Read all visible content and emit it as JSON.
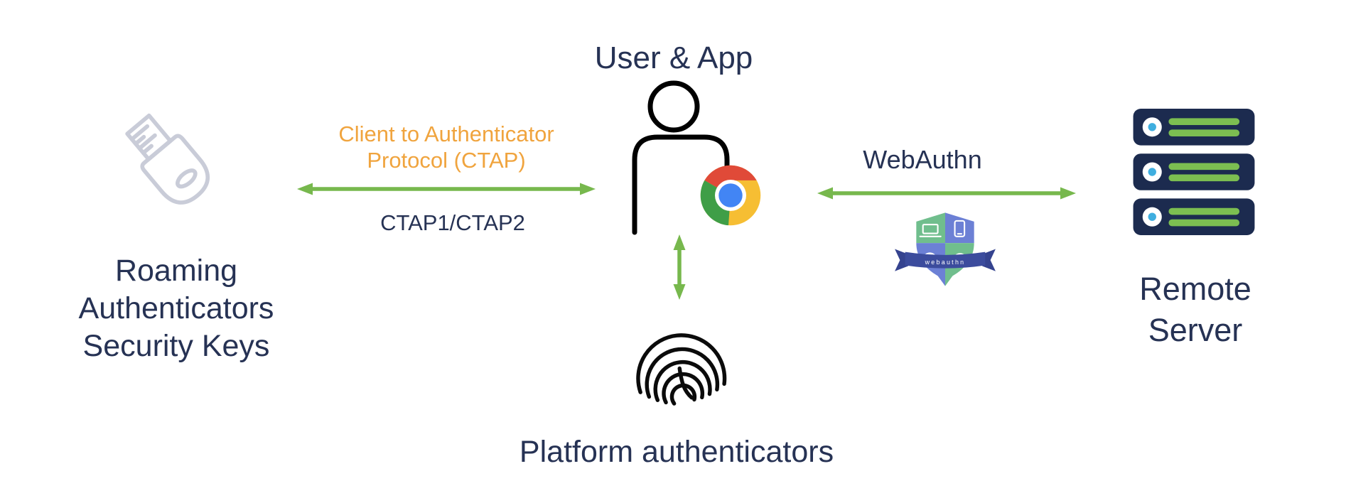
{
  "diagram": {
    "nodes": {
      "roaming_authenticators": {
        "icon": "usb-security-key-icon",
        "label_lines": [
          "Roaming",
          "Authenticators",
          "Security Keys"
        ]
      },
      "user_app": {
        "label": "User & App",
        "icons": [
          "person-icon",
          "chrome-browser-logo"
        ]
      },
      "platform_authenticators": {
        "icon": "fingerprint-icon",
        "label": "Platform authenticators"
      },
      "remote_server": {
        "icon": "server-icon",
        "label_lines": [
          "Remote",
          "Server"
        ]
      }
    },
    "connections": {
      "ctap": {
        "label_lines": [
          "Client to Authenticator",
          "Protocol (CTAP)"
        ],
        "sublabel": "CTAP1/CTAP2",
        "style": "double-headed-arrow"
      },
      "webauthn": {
        "label": "WebAuthn",
        "badge_text": "webauthn",
        "style": "double-headed-arrow"
      },
      "user_to_platform": {
        "style": "double-headed-arrow"
      }
    },
    "colors": {
      "arrow_green": "#77B84D",
      "ctap_orange": "#F0A43E",
      "text_navy": "#263254",
      "server_navy": "#1C2B4F",
      "bar_green": "#7CBE51",
      "dot_blue": "#3FAEDF",
      "key_gray": "#C9CCD8",
      "badge_green": "#70BE8D",
      "badge_blue": "#6C80D5",
      "badge_ribbon": "#3C4C9D",
      "chrome_red": "#E04A38",
      "chrome_yellow": "#F6BE33",
      "chrome_green": "#3F9E47",
      "chrome_blue": "#4285F4"
    }
  }
}
